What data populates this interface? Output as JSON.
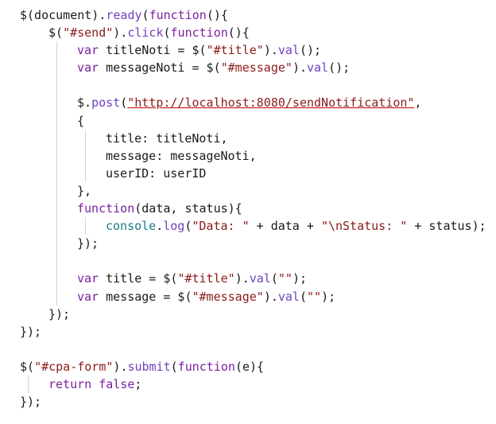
{
  "editor": {
    "lines": [
      {
        "indent": 0,
        "guides": [],
        "tokens": [
          {
            "t": "$(document).",
            "k": "plain"
          },
          {
            "t": "ready",
            "k": "func"
          },
          {
            "t": "(",
            "k": "plain"
          },
          {
            "t": "function",
            "k": "keyword"
          },
          {
            "t": "(){",
            "k": "plain"
          }
        ]
      },
      {
        "indent": 1,
        "guides": [],
        "tokens": [
          {
            "t": "$(",
            "k": "plain"
          },
          {
            "t": "\"#send\"",
            "k": "string"
          },
          {
            "t": ").",
            "k": "plain"
          },
          {
            "t": "click",
            "k": "func"
          },
          {
            "t": "(",
            "k": "plain"
          },
          {
            "t": "function",
            "k": "keyword"
          },
          {
            "t": "(){",
            "k": "plain"
          }
        ]
      },
      {
        "indent": 2,
        "guides": [
          1
        ],
        "tokens": [
          {
            "t": "var",
            "k": "keyword"
          },
          {
            "t": " titleNoti = $(",
            "k": "plain"
          },
          {
            "t": "\"#title\"",
            "k": "string"
          },
          {
            "t": ").",
            "k": "plain"
          },
          {
            "t": "val",
            "k": "func"
          },
          {
            "t": "();",
            "k": "plain"
          }
        ]
      },
      {
        "indent": 2,
        "guides": [
          1
        ],
        "tokens": [
          {
            "t": "var",
            "k": "keyword"
          },
          {
            "t": " messageNoti = $(",
            "k": "plain"
          },
          {
            "t": "\"#message\"",
            "k": "string"
          },
          {
            "t": ").",
            "k": "plain"
          },
          {
            "t": "val",
            "k": "func"
          },
          {
            "t": "();",
            "k": "plain"
          }
        ]
      },
      {
        "indent": 0,
        "guides": [
          1
        ],
        "tokens": []
      },
      {
        "indent": 2,
        "guides": [
          1
        ],
        "tokens": [
          {
            "t": "$.",
            "k": "plain"
          },
          {
            "t": "post",
            "k": "func"
          },
          {
            "t": "(",
            "k": "plain"
          },
          {
            "t": "\"http://localhost:8080/sendNotification\"",
            "k": "url"
          },
          {
            "t": ",",
            "k": "plain"
          }
        ]
      },
      {
        "indent": 2,
        "guides": [
          1
        ],
        "tokens": [
          {
            "t": "{",
            "k": "plain"
          }
        ]
      },
      {
        "indent": 3,
        "guides": [
          1,
          2
        ],
        "tokens": [
          {
            "t": "title: titleNoti,",
            "k": "plain"
          }
        ]
      },
      {
        "indent": 3,
        "guides": [
          1,
          2
        ],
        "tokens": [
          {
            "t": "message: messageNoti,",
            "k": "plain"
          }
        ]
      },
      {
        "indent": 3,
        "guides": [
          1,
          2
        ],
        "tokens": [
          {
            "t": "userID: userID",
            "k": "plain"
          }
        ]
      },
      {
        "indent": 2,
        "guides": [
          1
        ],
        "tokens": [
          {
            "t": "},",
            "k": "plain"
          }
        ]
      },
      {
        "indent": 2,
        "guides": [
          1
        ],
        "tokens": [
          {
            "t": "function",
            "k": "keyword"
          },
          {
            "t": "(data, status){",
            "k": "plain"
          }
        ]
      },
      {
        "indent": 3,
        "guides": [
          1,
          2
        ],
        "tokens": [
          {
            "t": "console",
            "k": "builtin"
          },
          {
            "t": ".",
            "k": "plain"
          },
          {
            "t": "log",
            "k": "func"
          },
          {
            "t": "(",
            "k": "plain"
          },
          {
            "t": "\"Data: \"",
            "k": "string"
          },
          {
            "t": " + data + ",
            "k": "plain"
          },
          {
            "t": "\"\\nStatus: \"",
            "k": "string"
          },
          {
            "t": " + status);",
            "k": "plain"
          }
        ]
      },
      {
        "indent": 2,
        "guides": [
          1
        ],
        "tokens": [
          {
            "t": "});",
            "k": "plain"
          }
        ]
      },
      {
        "indent": 0,
        "guides": [
          1
        ],
        "tokens": []
      },
      {
        "indent": 2,
        "guides": [
          1
        ],
        "tokens": [
          {
            "t": "var",
            "k": "keyword"
          },
          {
            "t": " title = $(",
            "k": "plain"
          },
          {
            "t": "\"#title\"",
            "k": "string"
          },
          {
            "t": ").",
            "k": "plain"
          },
          {
            "t": "val",
            "k": "func"
          },
          {
            "t": "(",
            "k": "plain"
          },
          {
            "t": "\"\"",
            "k": "string"
          },
          {
            "t": ");",
            "k": "plain"
          }
        ]
      },
      {
        "indent": 2,
        "guides": [
          1
        ],
        "tokens": [
          {
            "t": "var",
            "k": "keyword"
          },
          {
            "t": " message = $(",
            "k": "plain"
          },
          {
            "t": "\"#message\"",
            "k": "string"
          },
          {
            "t": ").",
            "k": "plain"
          },
          {
            "t": "val",
            "k": "func"
          },
          {
            "t": "(",
            "k": "plain"
          },
          {
            "t": "\"\"",
            "k": "string"
          },
          {
            "t": ");",
            "k": "plain"
          }
        ]
      },
      {
        "indent": 1,
        "guides": [],
        "tokens": [
          {
            "t": "});",
            "k": "plain"
          }
        ]
      },
      {
        "indent": 0,
        "guides": [],
        "tokens": [
          {
            "t": "});",
            "k": "plain"
          }
        ]
      },
      {
        "indent": 0,
        "guides": [],
        "tokens": []
      },
      {
        "indent": 0,
        "guides": [],
        "tokens": [
          {
            "t": "$(",
            "k": "plain"
          },
          {
            "t": "\"#cpa-form\"",
            "k": "string"
          },
          {
            "t": ").",
            "k": "plain"
          },
          {
            "t": "submit",
            "k": "func"
          },
          {
            "t": "(",
            "k": "plain"
          },
          {
            "t": "function",
            "k": "keyword"
          },
          {
            "t": "(e){",
            "k": "plain"
          }
        ]
      },
      {
        "indent": 1,
        "guides": [
          0
        ],
        "tokens": [
          {
            "t": "return",
            "k": "keyword"
          },
          {
            "t": " ",
            "k": "plain"
          },
          {
            "t": "false",
            "k": "keyword"
          },
          {
            "t": ";",
            "k": "plain"
          }
        ]
      },
      {
        "indent": 0,
        "guides": [],
        "tokens": [
          {
            "t": "});",
            "k": "plain"
          }
        ]
      }
    ]
  },
  "colors": {
    "background": "#ffffff",
    "text": "#1a1a1a",
    "keyword": "#7b1fa2",
    "function": "#6f42c1",
    "string": "#8b1a1a",
    "builtin": "#1b7a8c",
    "error_underline": "#c00000",
    "indent_guide": "#d3d3d3"
  }
}
